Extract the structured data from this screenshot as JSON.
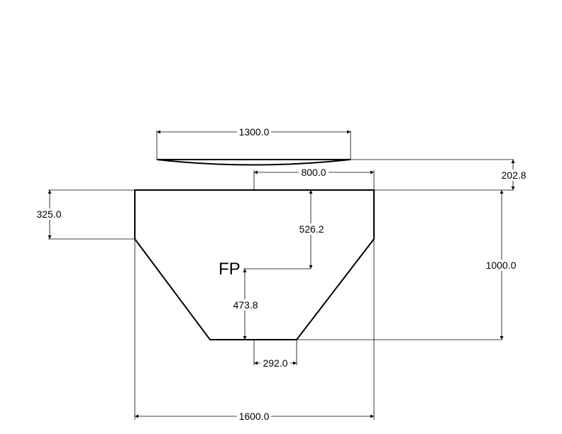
{
  "drawing": {
    "fp_label": "FP",
    "dimensions": {
      "top_width": "1300.0",
      "inner_width": "800.0",
      "top_offset": "202.8",
      "left_height": "325.0",
      "upper_vertical": "526.2",
      "right_height": "1000.0",
      "lower_vertical": "473.8",
      "bottom_inner": "292.0",
      "bottom_width": "1600.0"
    }
  }
}
